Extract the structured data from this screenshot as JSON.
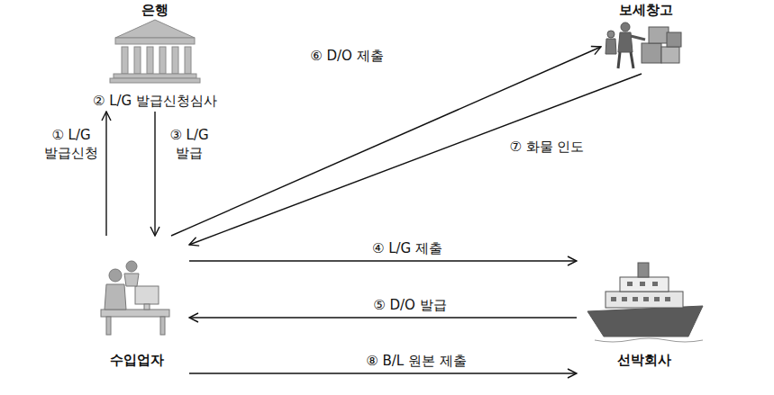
{
  "diagram": {
    "nodes": [
      {
        "text": [
          "은행",
          "② L/G 발급신청심사"
        ]
      },
      {
        "text": [
          "보세창고"
        ]
      },
      {
        "text": [
          "수입업자"
        ]
      },
      {
        "text": [
          "선박회사"
        ]
      }
    ],
    "edges": [
      {
        "from": 2,
        "to": 0,
        "label": "① L/G 발급신청",
        "arrow": "to"
      },
      {
        "from": 0,
        "to": 2,
        "label": "③ L/G 발급",
        "arrow": "to"
      },
      {
        "from": 2,
        "to": 3,
        "label": "④ L/G 제출",
        "arrow": "to"
      },
      {
        "from": 3,
        "to": 2,
        "label": "⑤ D/O 발급",
        "arrow": "to"
      },
      {
        "from": 2,
        "to": 1,
        "label": "⑥ D/O 제출",
        "arrow": "to"
      },
      {
        "from": 1,
        "to": 2,
        "label": "⑦ 화물 인도",
        "arrow": "to"
      },
      {
        "from": 2,
        "to": 3,
        "label": "⑧ B/L 원본 제출",
        "arrow": "to"
      }
    ]
  }
}
